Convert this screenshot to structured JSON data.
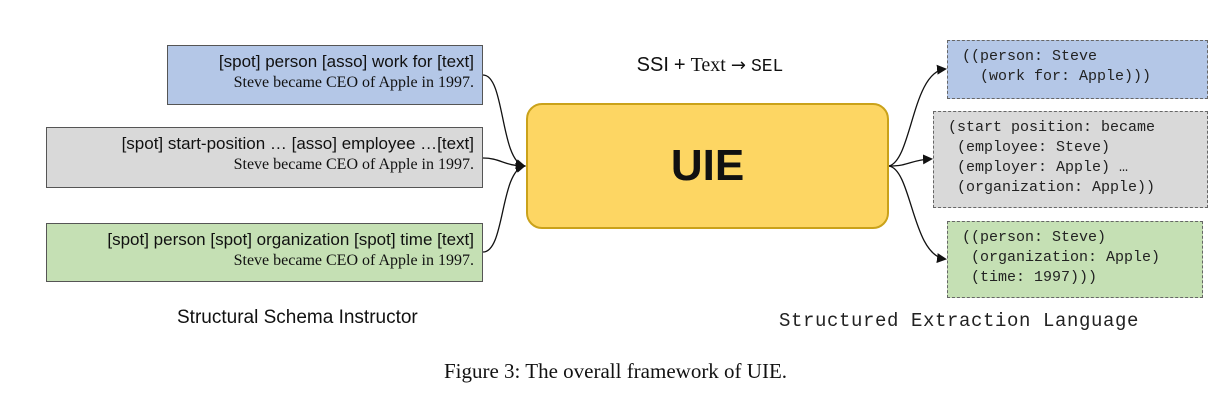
{
  "colors": {
    "blue_fill": "#b4c7e7",
    "gray_fill": "#d9d9d9",
    "green_fill": "#c5e0b4",
    "uie_fill": "#fdd663",
    "uie_border": "#caa21a",
    "arrow": "#111111"
  },
  "formula": {
    "ssi": "SSI",
    "plus": "+",
    "text": "Text",
    "arrow": "→",
    "sel": "SEL"
  },
  "inputs": [
    {
      "schema": "[spot] person [asso] work for [text]",
      "sentence": "Steve became CEO of Apple in 1997.",
      "color": "blue"
    },
    {
      "schema": "[spot] start-position … [asso] employee …[text]",
      "sentence": "Steve became CEO of Apple in 1997.",
      "color": "gray"
    },
    {
      "schema": "[spot] person [spot] organization [spot] time [text]",
      "sentence": "Steve became CEO of Apple in 1997.",
      "color": "green"
    }
  ],
  "model": {
    "label": "UIE"
  },
  "outputs": [
    {
      "lines": [
        "((person: Steve",
        "  (work for: Apple)))"
      ],
      "color": "blue"
    },
    {
      "lines": [
        "(start position: became",
        " (employee: Steve)",
        " (employer: Apple) …",
        " (organization: Apple))"
      ],
      "color": "gray"
    },
    {
      "lines": [
        "((person: Steve)",
        " (organization: Apple)",
        " (time: 1997)))"
      ],
      "color": "green"
    }
  ],
  "captions": {
    "left": "Structural Schema Instructor",
    "right": "Structured Extraction Language",
    "figure": "Figure 3: The overall framework of UIE."
  }
}
